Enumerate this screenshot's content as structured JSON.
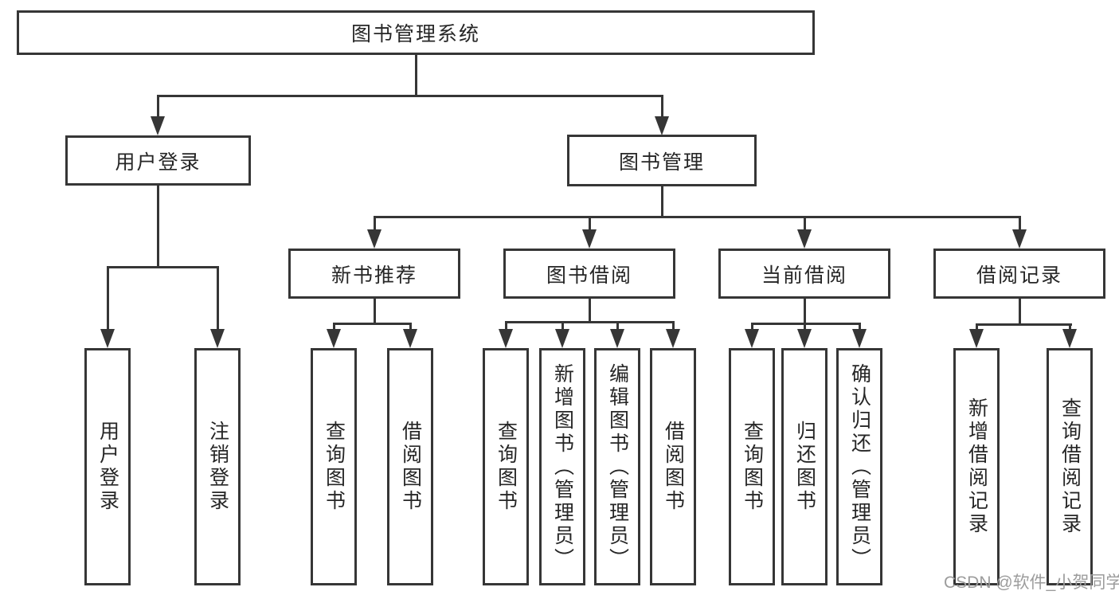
{
  "tree": {
    "label": "图书管理系统",
    "children": [
      {
        "label": "用户登录",
        "children": [
          {
            "label": "用户登录"
          },
          {
            "label": "注销登录"
          }
        ]
      },
      {
        "label": "图书管理",
        "children": [
          {
            "label": "新书推荐",
            "children": [
              {
                "label": "查询图书"
              },
              {
                "label": "借阅图书"
              }
            ]
          },
          {
            "label": "图书借阅",
            "children": [
              {
                "label": "查询图书"
              },
              {
                "label": "新增图书（管理员）"
              },
              {
                "label": "编辑图书（管理员）"
              },
              {
                "label": "借阅图书"
              }
            ]
          },
          {
            "label": "当前借阅",
            "children": [
              {
                "label": "查询图书"
              },
              {
                "label": "归还图书"
              },
              {
                "label": "确认归还（管理员）"
              }
            ]
          },
          {
            "label": "借阅记录",
            "children": [
              {
                "label": "新增借阅记录"
              },
              {
                "label": "查询借阅记录"
              }
            ]
          }
        ]
      }
    ]
  },
  "watermark": {
    "text": "CSDN @软件_小贺同学"
  },
  "colors": {
    "line": "#363636",
    "box_border": "#363636",
    "text": "#262626",
    "watermark": "#9c9c9c",
    "background": "#ffffff"
  }
}
